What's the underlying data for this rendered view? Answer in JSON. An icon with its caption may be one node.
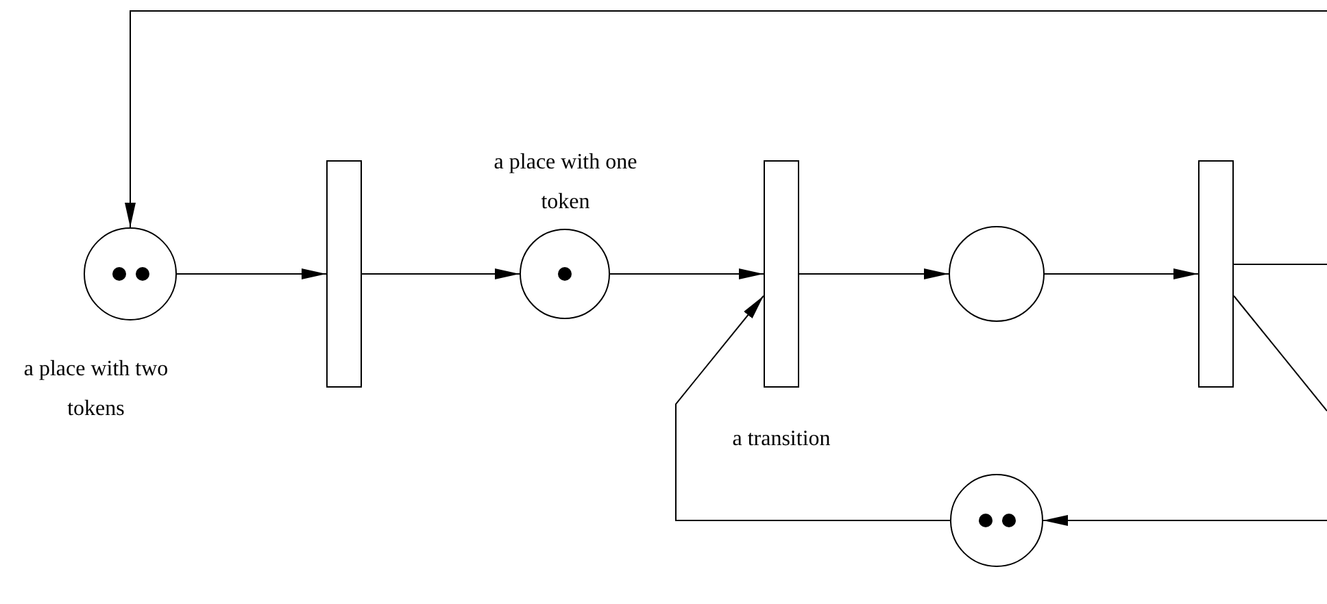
{
  "diagram": {
    "nodes": [
      {
        "text": [],
        "shape": "circle",
        "beside": [
          "a place with two tokens"
        ]
      },
      {
        "text": [],
        "shape": "bar"
      },
      {
        "text": [],
        "shape": "circle",
        "beside": [
          "a place with one token"
        ]
      },
      {
        "text": [],
        "shape": "bar",
        "beside": [
          "a transition"
        ]
      },
      {
        "text": [],
        "shape": "circle"
      },
      {
        "text": [],
        "shape": "bar"
      },
      {
        "text": [],
        "shape": "circle"
      }
    ],
    "edges": [
      {
        "from": 0,
        "to": 1,
        "arrow": "to"
      },
      {
        "from": 1,
        "to": 2,
        "arrow": "to"
      },
      {
        "from": 2,
        "to": 3,
        "arrow": "to"
      },
      {
        "from": 3,
        "to": 4,
        "arrow": "to"
      },
      {
        "from": 4,
        "to": 5,
        "arrow": "to"
      },
      {
        "from": 5,
        "to": null,
        "arrow": "none"
      },
      {
        "from": 5,
        "to": null,
        "arrow": "none"
      },
      {
        "from": null,
        "to": 0,
        "arrow": "to"
      },
      {
        "from": null,
        "to": 6,
        "arrow": "to"
      },
      {
        "from": 6,
        "to": 3,
        "arrow": "to"
      }
    ]
  }
}
